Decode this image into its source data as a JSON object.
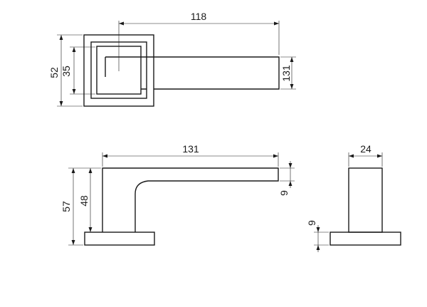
{
  "views": {
    "top": {
      "width_label": "118",
      "outer_height_label": "52",
      "inner_height_label": "35",
      "lever_height_label": "131"
    },
    "side": {
      "length_label": "131",
      "height_label": "57",
      "stem_height_label": "48",
      "lever_thickness_label": "9"
    },
    "end": {
      "width_label": "24",
      "base_thickness_label": "9"
    }
  },
  "colors": {
    "line": "#1a1a1a",
    "background": "#ffffff"
  }
}
